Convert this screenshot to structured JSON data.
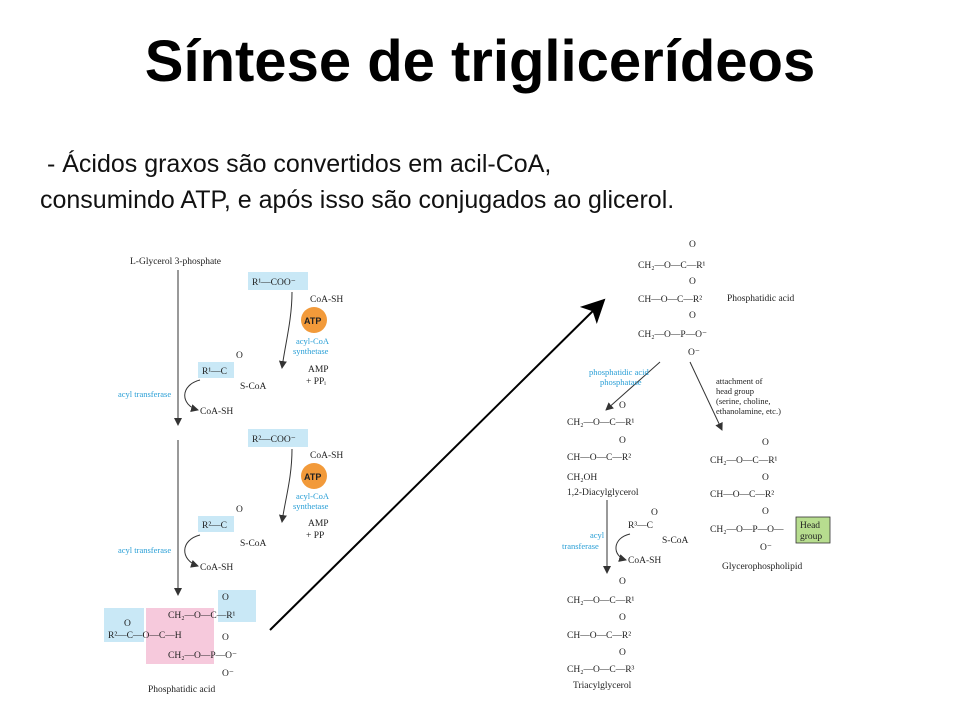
{
  "slide": {
    "title": "Síntese de triglicerídeos",
    "subtitle_line1": " - Ácidos graxos são convertidos em acil-CoA,",
    "subtitle_line2": "consumindo ATP, e após isso são conjugados ao glicerol."
  },
  "left_pathway": {
    "start_label": "L-Glycerol 3-phosphate",
    "fatty_acid_1": "R¹—COO⁻",
    "fatty_acid_2": "R²—COO⁻",
    "coash": "CoA-SH",
    "atp": "ATP",
    "enzyme_synthetase_1": "acyl-CoA",
    "enzyme_synthetase_2": "synthetase",
    "amp": "AMP",
    "ppi_1": "+ PPᵢ",
    "ppi_2": "+ PP",
    "acyl_coa_r1": "R¹—C",
    "acyl_coa_r2": "R²—C",
    "oxygen": "O",
    "scoa": "S-CoA",
    "acyl_transferase": "acyl transferase",
    "coash_released": "CoA-SH",
    "product_label": "Phosphatidic acid",
    "product_ch2_o": "CH₂—O—C—R¹",
    "product_ch": "R²—C—O—C—H",
    "product_ch2_p": "CH₂—O—P—O⁻",
    "o_minus": "O⁻"
  },
  "right_pathway": {
    "phosphatidic_acid": "Phosphatidic acid",
    "pa_row1": "CH₂—O—C—R¹",
    "pa_row2": "CH—O—C—R²",
    "pa_row3": "CH₂—O—P—O⁻",
    "pa_o_minus": "O⁻",
    "oxygen": "O",
    "phosphatase_1": "phosphatidic acid",
    "phosphatase_2": "phosphatase",
    "attachment_1": "attachment of",
    "attachment_2": "head group",
    "attachment_3": "(serine, choline,",
    "attachment_4": "ethanolamine, etc.)",
    "dag_row1": "CH₂—O—C—R¹",
    "dag_row2": "CH—O—C—R²",
    "dag_row3": "CH₂OH",
    "dag_label": "1,2-Diacylglycerol",
    "acyl_1": "acyl",
    "acyl_2": "transferase",
    "r3_c": "R³—C",
    "scoa": "S-CoA",
    "coash": "CoA-SH",
    "tag_row1": "CH₂—O—C—R¹",
    "tag_row2": "CH—O—C—R²",
    "tag_row3": "CH₂—O—C—R³",
    "tag_label": "Triacylglycerol",
    "gpl_row1": "CH₂—O—C—R¹",
    "gpl_row2": "CH—O—C—R²",
    "gpl_row3": "CH₂—O—P—O—",
    "gpl_o_minus": "O⁻",
    "head_1": "Head",
    "head_2": "group",
    "gpl_label": "Glycerophospholipid"
  },
  "colors": {
    "blue_box": "#c9e8f6",
    "pink_box": "#f6c9dc",
    "atp_circle": "#f29a3a",
    "head_group": "#b7dd8f",
    "enzyme_text": "#2a9fd6"
  }
}
